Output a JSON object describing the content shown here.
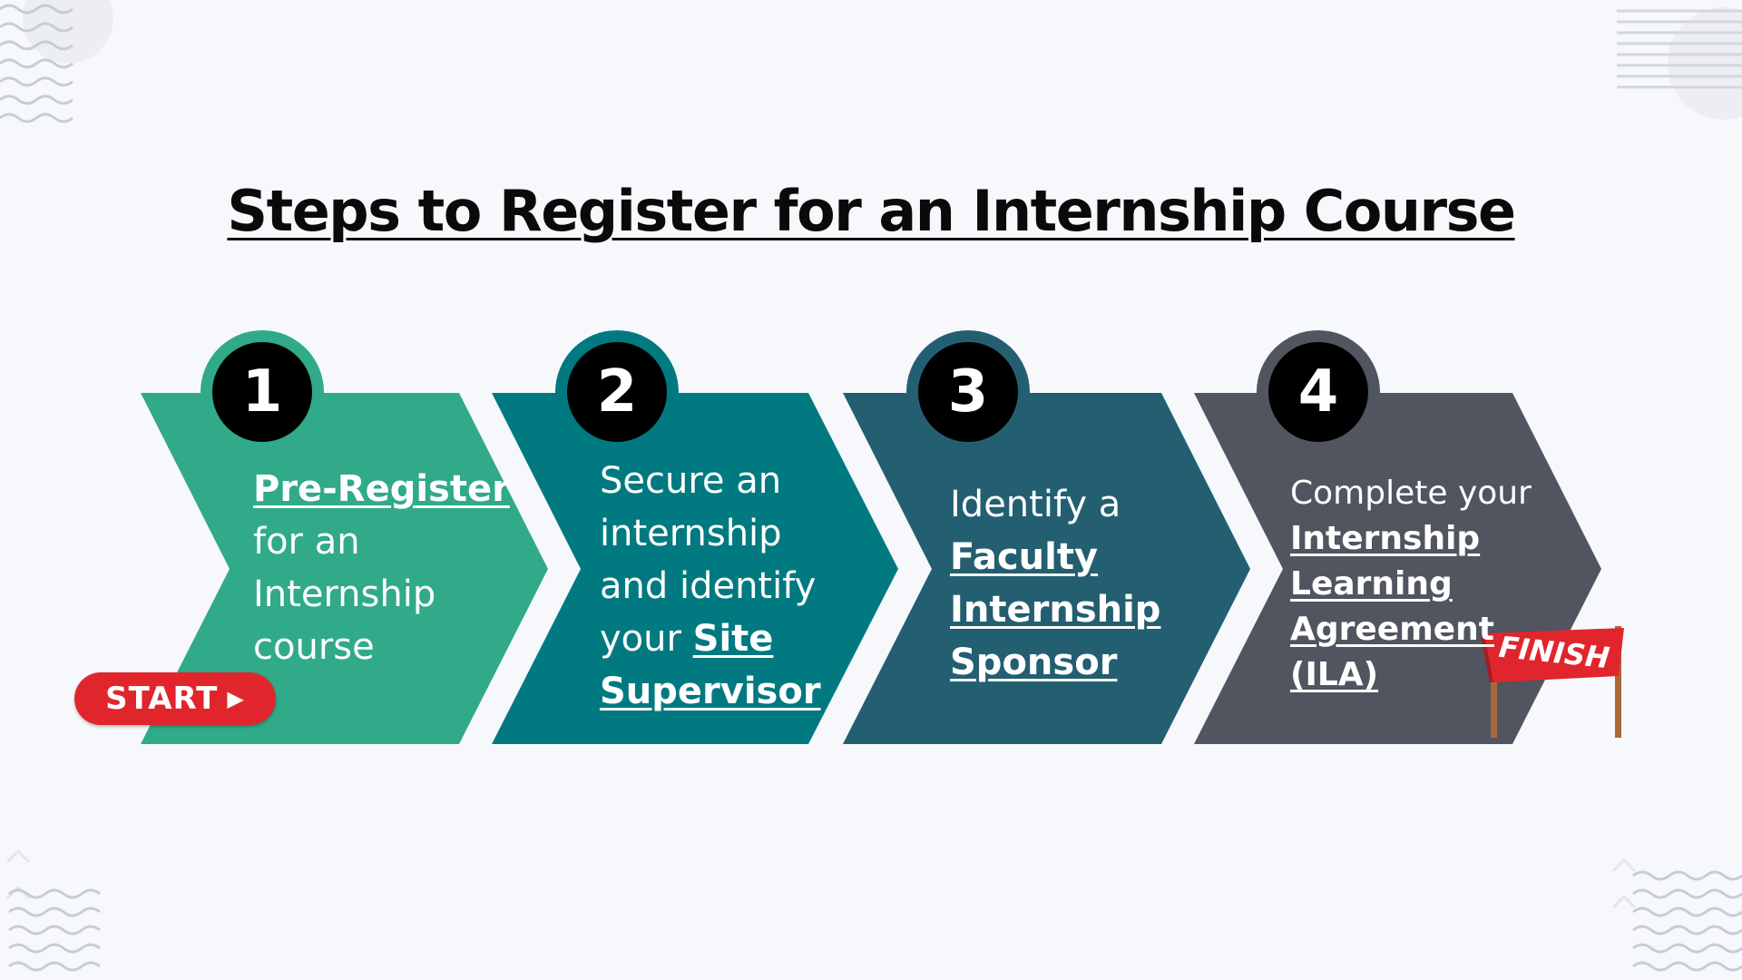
{
  "title": "Steps to Register for an Internship Course",
  "colors": {
    "background": "#f6f8fc",
    "step1": "#30aa89",
    "step2": "#007a80",
    "step3": "#235f71",
    "step4": "#51555f",
    "start": "#e0262c",
    "finish": "#e0262c"
  },
  "steps": [
    {
      "number": "1",
      "link_text": "Pre-Register",
      "text_after": [
        "for an",
        "Internship",
        "course"
      ]
    },
    {
      "number": "2",
      "text_before": [
        "Secure an",
        "internship",
        "and identify"
      ],
      "text_inline": "your ",
      "link_text_1": "Site",
      "link_text_2": "Supervisor"
    },
    {
      "number": "3",
      "text_before": "Identify a",
      "link_lines": [
        "Faculty",
        "Internship",
        "Sponsor"
      ]
    },
    {
      "number": "4",
      "text_before": "Complete your",
      "link_lines": [
        "Internship",
        "Learning",
        "Agreement",
        "(ILA)"
      ]
    }
  ],
  "start_label": "START",
  "start_icon": "play-triangle-icon",
  "finish_label": "FINISH"
}
